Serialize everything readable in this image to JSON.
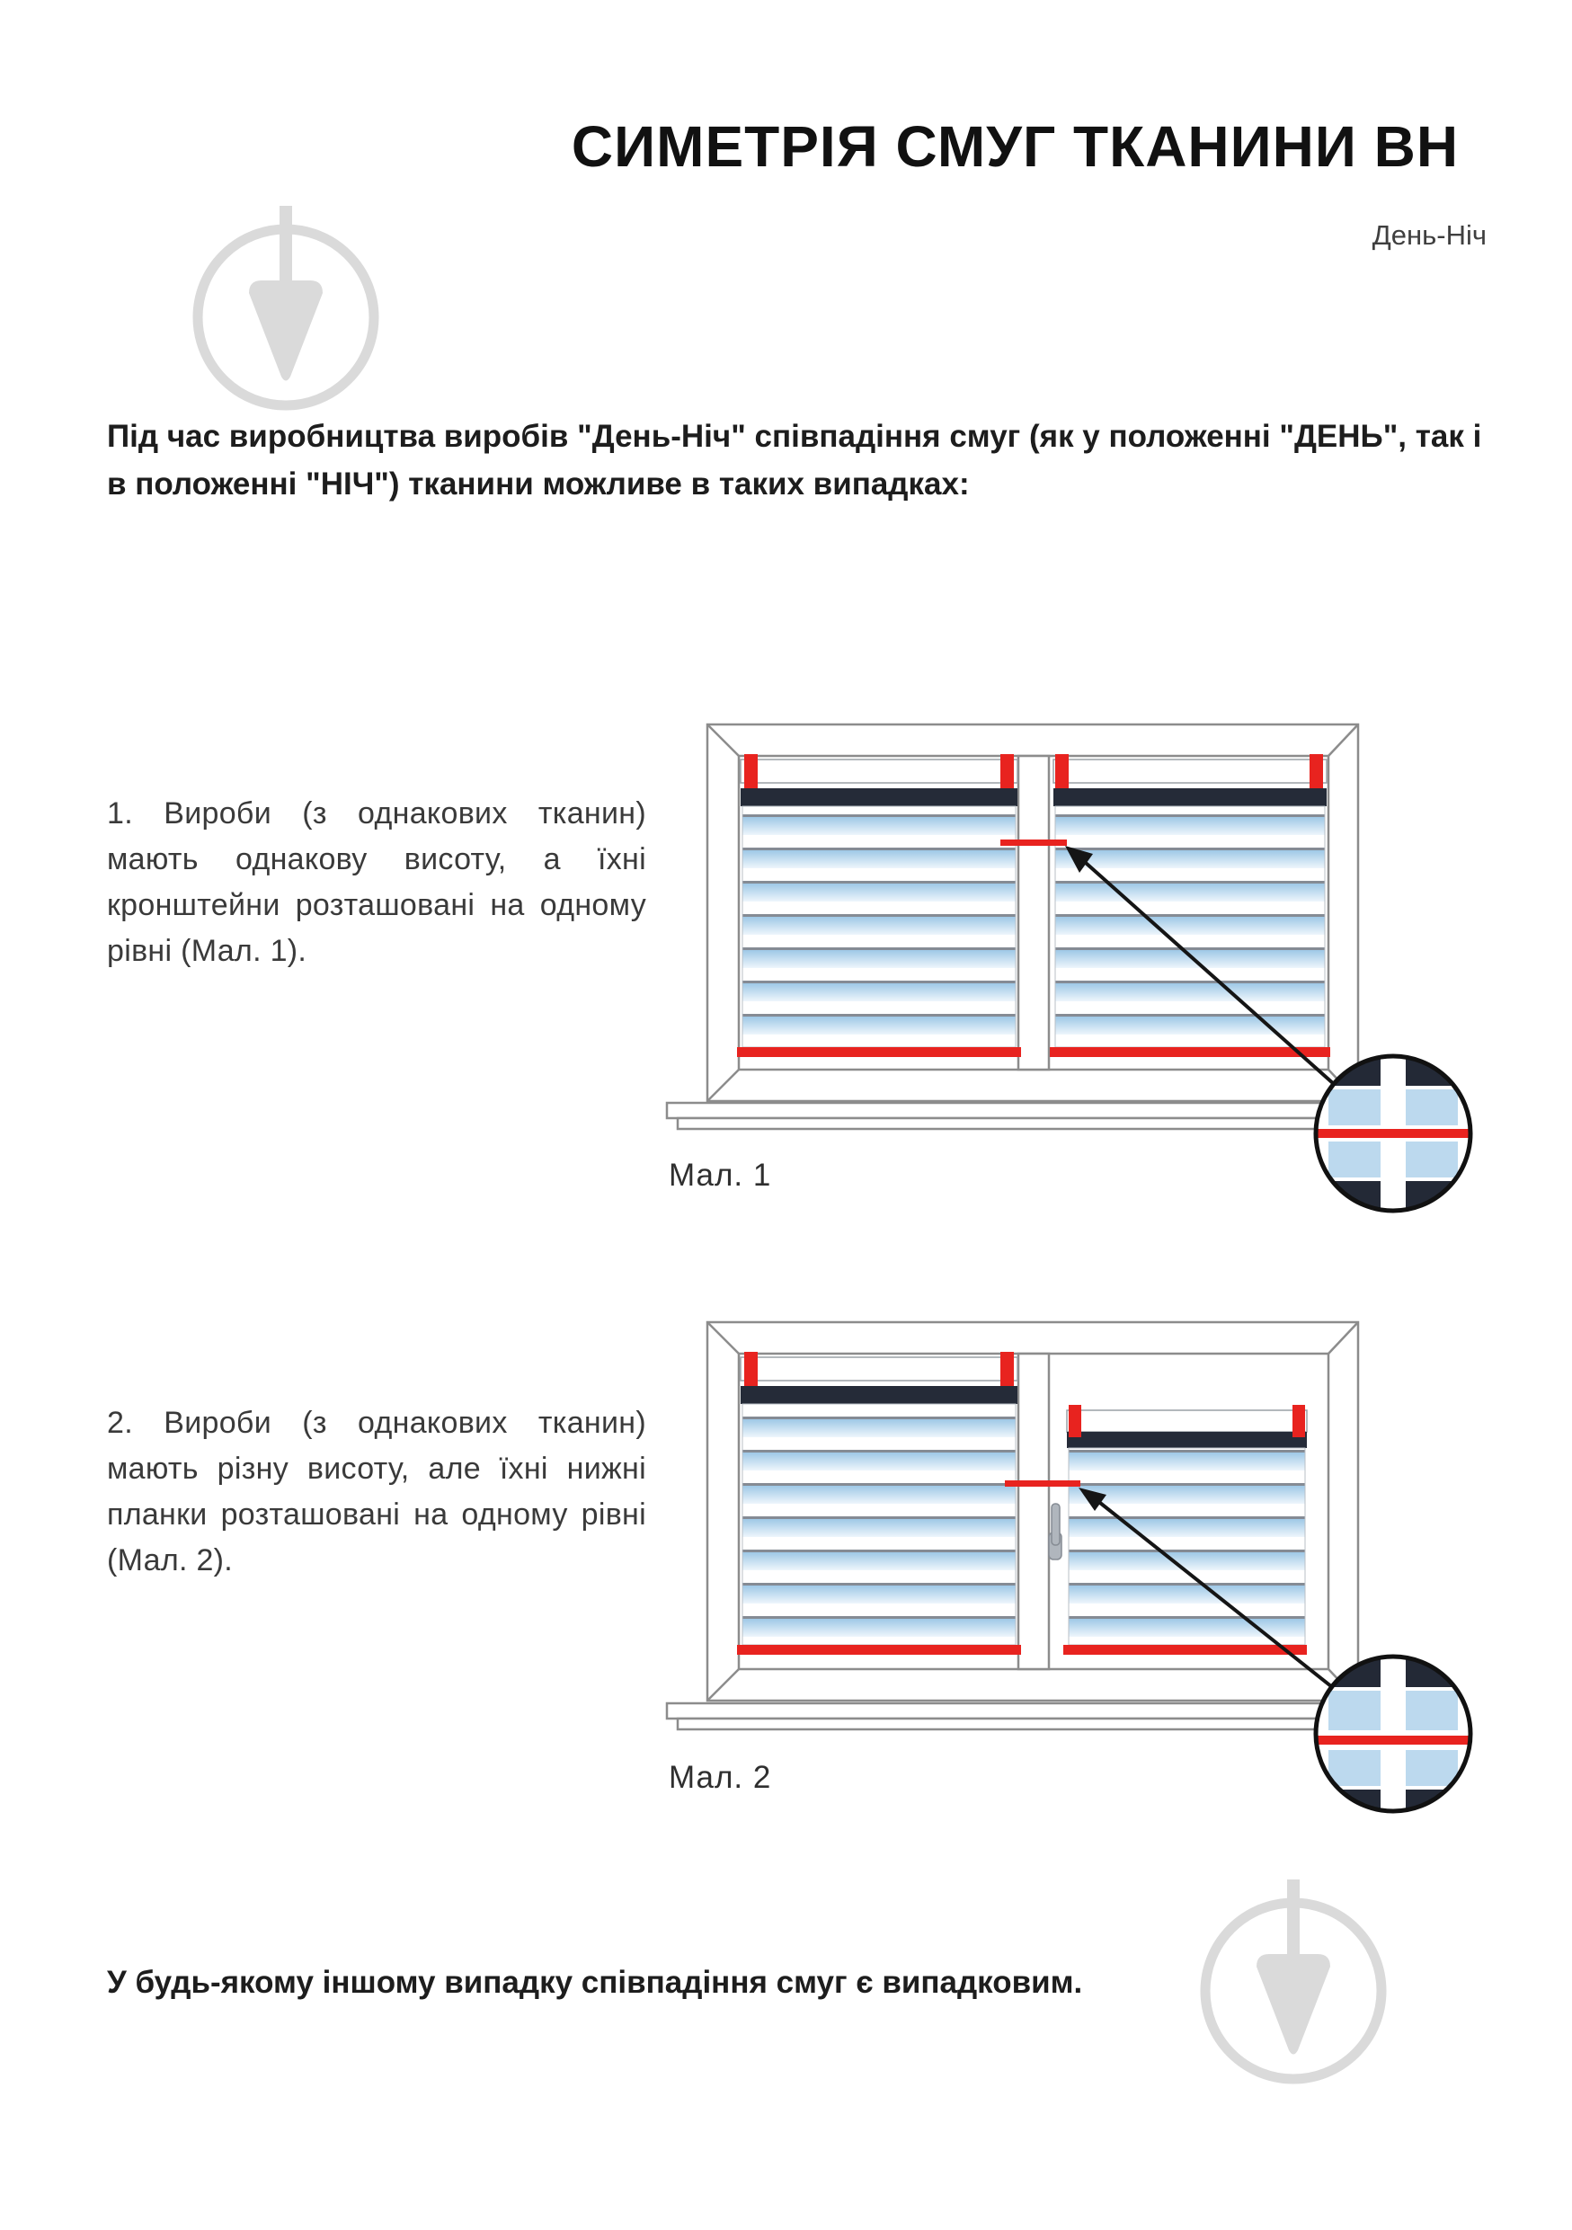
{
  "header": {
    "title": "СИМЕТРІЯ СМУГ ТКАНИНИ ВН",
    "subtitle": "День-Ніч"
  },
  "intro": "Під час виробництва виробів \"День-Ніч\" співпадіння смуг (як у положенні \"ДЕНЬ\", так і в положенні \"НІЧ\") тканини можливе в таких випадках:",
  "cases": [
    {
      "text": "1. Вироби (з однакових тканин) мають однакову висоту, а їхні кронштейни розташовані на одному рівні (Мал. 1).",
      "caption": "Мал. 1"
    },
    {
      "text": "2. Вироби (з однакових тканин) мають різну висоту, але їхні нижні планки розташовані на одному рівні (Мал. 2).",
      "caption": "Мал. 2"
    }
  ],
  "footer_note": "У будь-якому іншому випадку співпадіння смуг є випадковим.",
  "colors": {
    "accent_red": "#e8231f",
    "stripe_blue": "#bcd9ee",
    "stripe_dark": "#232936",
    "frame_gray": "#8c8c8c",
    "watermark_gray": "#dadada"
  }
}
